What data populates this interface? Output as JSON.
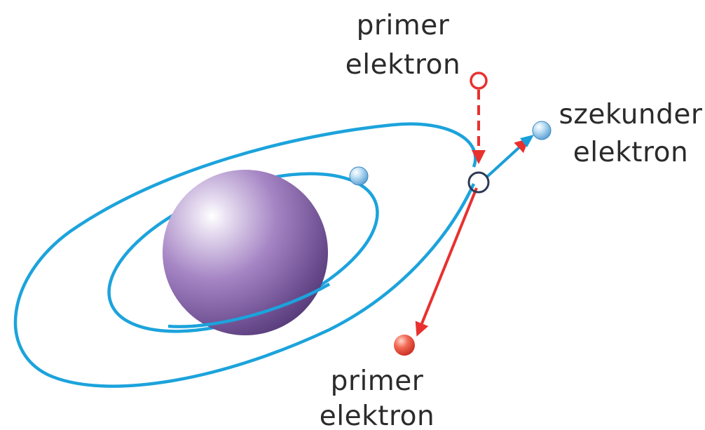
{
  "labels": {
    "primary_incoming": {
      "line1": "primer",
      "line2": "elektron"
    },
    "secondary": {
      "line1": "szekunder",
      "line2": "elektron"
    },
    "primary_outgoing": {
      "line1": "primer",
      "line2": "elektron"
    }
  },
  "colors": {
    "orbit": "#1ca3dc",
    "primary_electron": "#e8312f",
    "secondary_arrow": "#1a9ed9",
    "nucleus": "#7a5a97",
    "vacancy_ring": "#2e3a55",
    "label_text": "#2b2b2b"
  }
}
